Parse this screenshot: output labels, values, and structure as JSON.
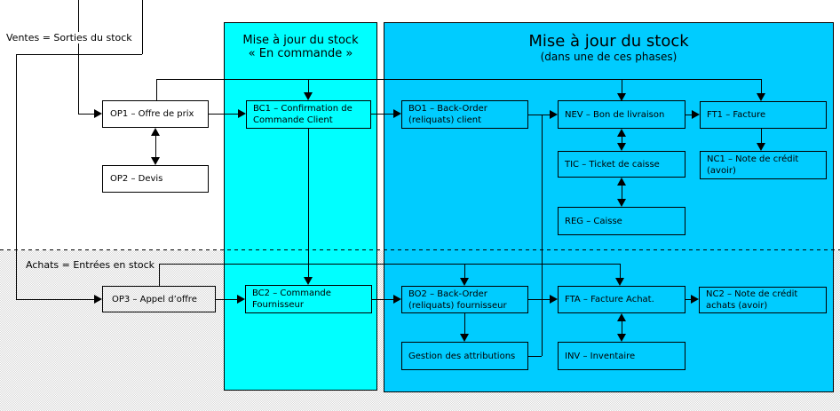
{
  "colors": {
    "cyan": "#00ffff",
    "blue": "#00ccff",
    "line": "#000000",
    "bottom_zone_gray": "#e9e9e9"
  },
  "labels": {
    "ventes": "Ventes = Sorties du stock",
    "achats": "Achats = Entrées en stock"
  },
  "panels": {
    "en_commande": {
      "title": "Mise à jour du stock",
      "subtitle": "« En commande »"
    },
    "phases": {
      "title": "Mise à jour du stock",
      "subtitle": "(dans une de ces phases)"
    }
  },
  "boxes": {
    "op1": "OP1 – Offre de prix",
    "op2": "OP2 – Devis",
    "op3": "OP3 – Appel d’offre",
    "bc1": "BC1 – Confirmation de Commande Client",
    "bc2": "BC2 – Commande Fournisseur",
    "bo1": "BO1 – Back-Order (reliquats) client",
    "bo2": "BO2 – Back-Order (reliquats) fournisseur",
    "nev": "NEV – Bon de livraison",
    "ft1": "FT1 – Facture",
    "nc1": "NC1 – Note de crédit (avoir)",
    "tic": "TIC – Ticket de caisse",
    "reg": "REG – Caisse",
    "fta": "FTA – Facture Achat.",
    "nc2": "NC2 – Note de crédit achats (avoir)",
    "gestion": "Gestion des attributions",
    "inv": "INV – Inventaire"
  }
}
